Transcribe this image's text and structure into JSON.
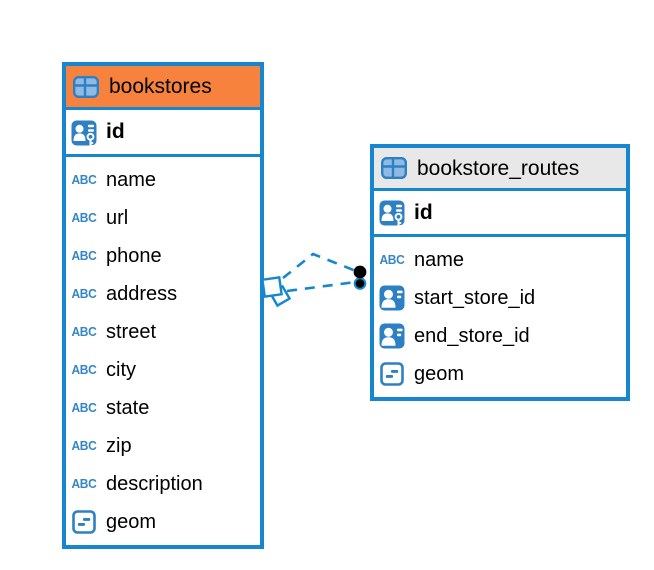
{
  "colors": {
    "accent-blue": "#1687CE",
    "icon-blue": "#2E80C4",
    "icon-cell-blue": "#8FBBE2",
    "abc-blue": "#3586C7",
    "selected-header-orange": "#F6823E",
    "header-gray": "#E8E8E8",
    "text-black": "#000000"
  },
  "icons": {
    "text_type": "ABC",
    "table": "table-grid-icon",
    "primary_key": "person-key-icon",
    "foreign_key": "person-card-icon",
    "geometry": "geometry-box-icon"
  },
  "tables": [
    {
      "name": "bookstores",
      "header_color": "#F6823E",
      "columns": [
        {
          "name": "id",
          "type": "primary-key"
        },
        {
          "name": "name",
          "type": "text"
        },
        {
          "name": "url",
          "type": "text"
        },
        {
          "name": "phone",
          "type": "text"
        },
        {
          "name": "address",
          "type": "text"
        },
        {
          "name": "street",
          "type": "text"
        },
        {
          "name": "city",
          "type": "text"
        },
        {
          "name": "state",
          "type": "text"
        },
        {
          "name": "zip",
          "type": "text"
        },
        {
          "name": "description",
          "type": "text"
        },
        {
          "name": "geom",
          "type": "geometry"
        }
      ]
    },
    {
      "name": "bookstore_routes",
      "header_color": "#E8E8E8",
      "columns": [
        {
          "name": "id",
          "type": "primary-key"
        },
        {
          "name": "name",
          "type": "text"
        },
        {
          "name": "start_store_id",
          "type": "foreign-key"
        },
        {
          "name": "end_store_id",
          "type": "foreign-key"
        },
        {
          "name": "geom",
          "type": "geometry"
        }
      ]
    }
  ],
  "relationships": {
    "style": "dashed",
    "count": 2,
    "from_table": "bookstores",
    "to_table": "bookstore_routes"
  }
}
